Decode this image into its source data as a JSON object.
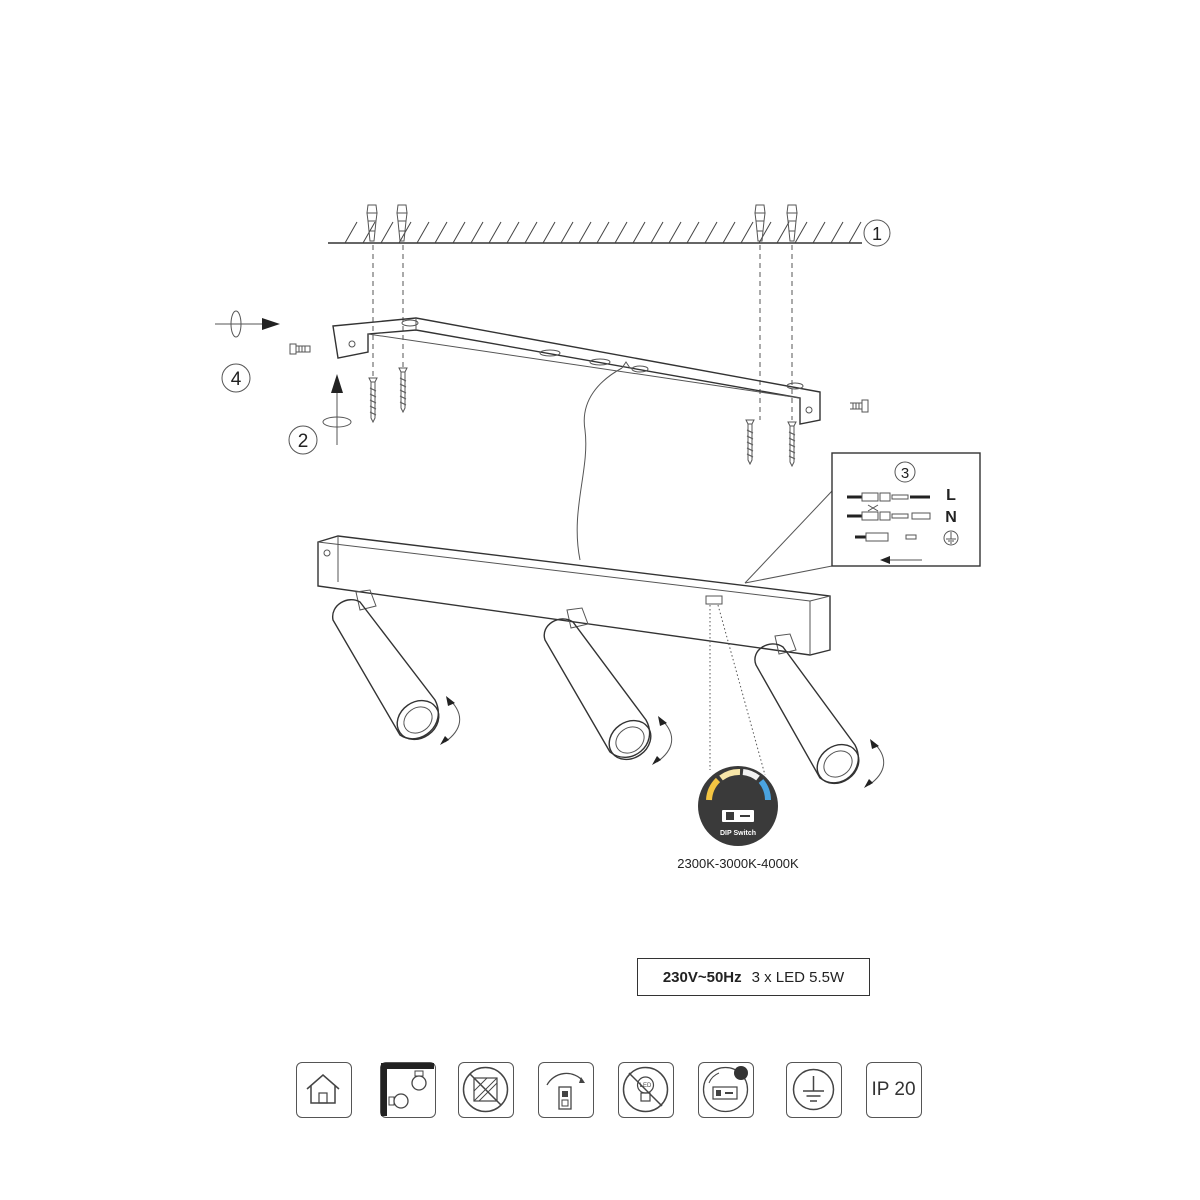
{
  "steps": {
    "step1": "1",
    "step2": "2",
    "step3": "3",
    "step4": "4"
  },
  "wiring": {
    "live": "L",
    "neutral": "N"
  },
  "dip_switch": {
    "label": "DIP Switch",
    "color_temps": "2300K-3000K-4000K"
  },
  "specs": {
    "voltage": "230V~50Hz",
    "power": "3 x LED 5.5W"
  },
  "icons": [
    {
      "name": "indoor-use-icon"
    },
    {
      "name": "ceiling-wall-mount-icon"
    },
    {
      "name": "no-insulation-cover-icon"
    },
    {
      "name": "switch-operation-icon"
    },
    {
      "name": "led-not-replaceable-icon"
    },
    {
      "name": "dip-switch-color-temp-icon"
    },
    {
      "name": "protective-earth-icon"
    },
    {
      "name": "ip-rating-icon",
      "label": "IP 20"
    }
  ]
}
